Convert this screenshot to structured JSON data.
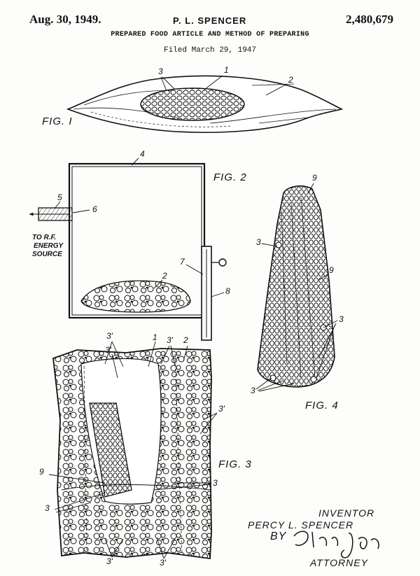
{
  "header": {
    "date": "Aug. 30, 1949.",
    "inventor": "P. L. SPENCER",
    "patent_number": "2,480,679",
    "title": "PREPARED FOOD ARTICLE AND METHOD OF PREPARING",
    "filed": "Filed March 29, 1947"
  },
  "figures": {
    "fig1": "FIG. I",
    "fig2": "FIG. 2",
    "fig3": "FIG. 3",
    "fig4": "FIG. 4"
  },
  "ref_numerals": {
    "n1": "1",
    "n2": "2",
    "n3": "3",
    "n3p": "3'",
    "n4": "4",
    "n5": "5",
    "n6": "6",
    "n7": "7",
    "n8": "8",
    "n9": "9"
  },
  "source_label": {
    "line1": "TO R.F.",
    "line2": "ENERGY",
    "line3": "SOURCE"
  },
  "signature": {
    "inventor_label": "INVENTOR",
    "inventor_name": "PERCY L. SPENCER",
    "by": "BY",
    "attorney_label": "ATTORNEY"
  }
}
